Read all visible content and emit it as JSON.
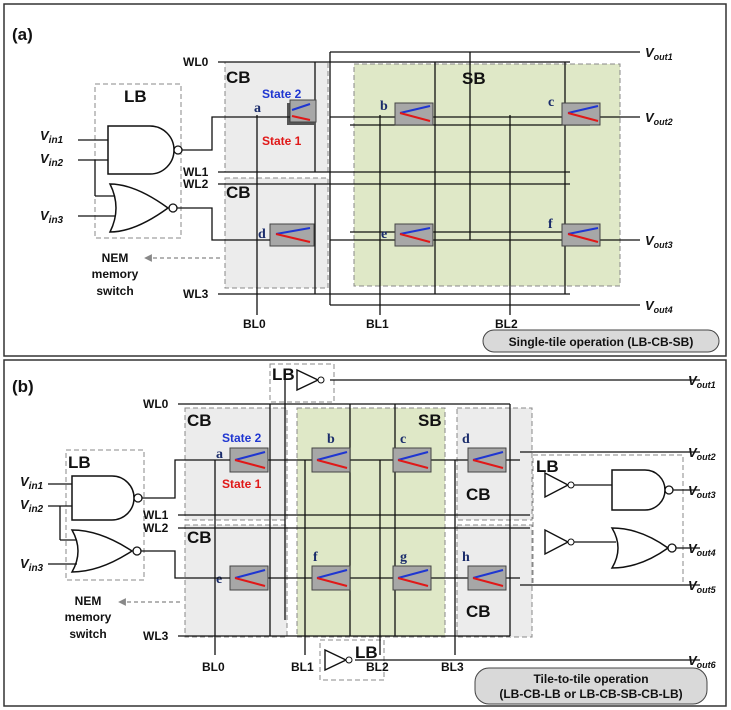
{
  "panel_a": {
    "tag": "(a)",
    "lb": "LB",
    "cb_top": "CB",
    "cb_bot": "CB",
    "sb": "SB",
    "wl": [
      "WL0",
      "WL1",
      "WL2",
      "WL3"
    ],
    "bl": [
      "BL0",
      "BL1",
      "BL2"
    ],
    "vin": [
      "V",
      "in1",
      "V",
      "in2",
      "V",
      "in3"
    ],
    "vout": [
      "out1",
      "out2",
      "out3",
      "out4"
    ],
    "cells": [
      "a",
      "b",
      "c",
      "d",
      "e",
      "f"
    ],
    "state2": "State 2",
    "state1": "State 1",
    "nem": [
      "NEM",
      "memory",
      "switch"
    ],
    "badge": "Single-tile operation (LB-CB-SB)"
  },
  "panel_b": {
    "tag": "(b)",
    "lb_left": "LB",
    "lb_top": "LB",
    "lb_mid": "LB",
    "lb_bottom": "LB",
    "cb_left_top": "CB",
    "cb_left_bot": "CB",
    "cb_right_top": "CB",
    "cb_right_bot": "CB",
    "sb": "SB",
    "wl": [
      "WL0",
      "WL1",
      "WL2",
      "WL3"
    ],
    "bl": [
      "BL0",
      "BL1",
      "BL2",
      "BL3"
    ],
    "vout": [
      "out1",
      "out2",
      "out3",
      "out4",
      "out5",
      "out6"
    ],
    "cells": [
      "a",
      "b",
      "c",
      "d",
      "e",
      "f",
      "g",
      "h"
    ],
    "state2": "State 2",
    "state1": "State 1",
    "nem": [
      "NEM",
      "memory",
      "switch"
    ],
    "badge_line1": "Tile-to-tile operation",
    "badge_line2": "(LB-CB-LB or LB-CB-SB-CB-LB)"
  },
  "colors": {
    "sb_fill": "#dfe8c7",
    "cb_fill": "#eeeeee",
    "switch_fill": "#a7a7a7",
    "state2": "#1f36d1",
    "state1": "#e01818"
  }
}
